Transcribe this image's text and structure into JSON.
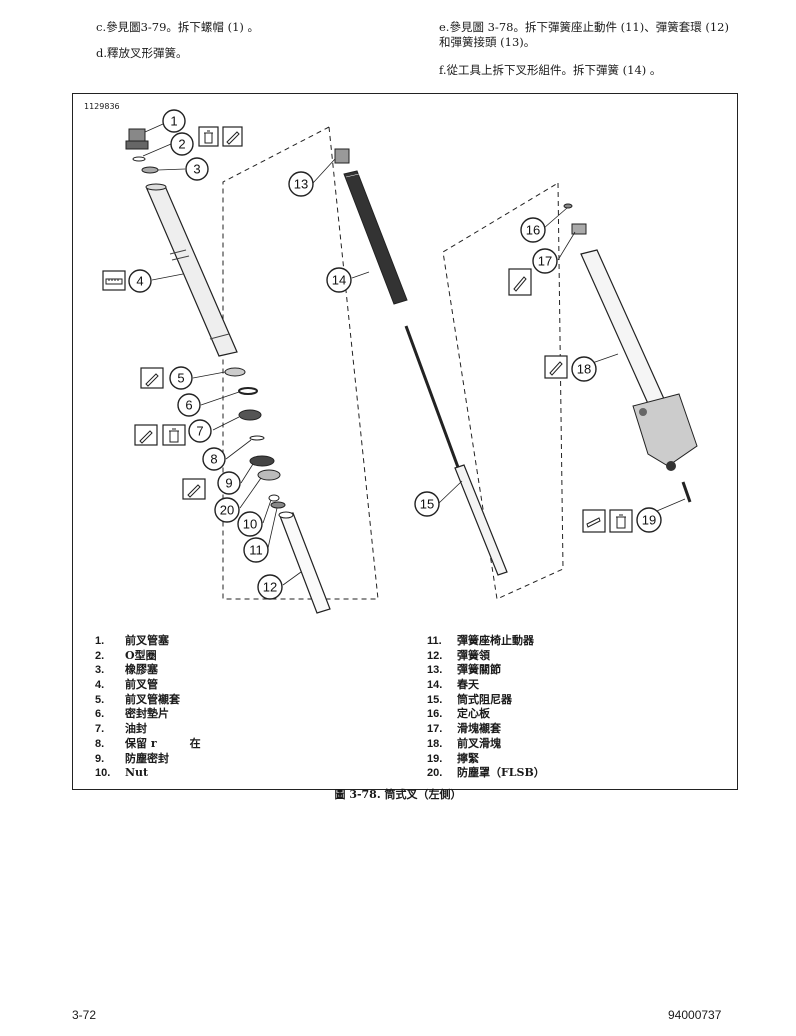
{
  "instructions": {
    "c": "c.參見圖3-79。拆下螺帽 (1) 。",
    "d": "d.釋放叉形彈簧。",
    "e": "e.參見圖 3-78。拆下彈簧座止動件 (11)、彈簧套環 (12) 和彈簧接頭 (13)。",
    "f": "f.從工具上拆下叉形組件。拆下彈簧 (14) 。"
  },
  "figure": {
    "id": "1129836",
    "callouts": [
      "1",
      "2",
      "3",
      "4",
      "5",
      "6",
      "7",
      "8",
      "9",
      "20",
      "10",
      "11",
      "12",
      "13",
      "14",
      "15",
      "16",
      "17",
      "18",
      "19"
    ]
  },
  "legend": {
    "left": [
      {
        "num": "1.",
        "label": "前叉管塞"
      },
      {
        "num": "2.",
        "label": "O型圈"
      },
      {
        "num": "3.",
        "label": "橡膠塞"
      },
      {
        "num": "4.",
        "label": "前叉管"
      },
      {
        "num": "5.",
        "label": "前叉管襯套"
      },
      {
        "num": "6.",
        "label": "密封墊片"
      },
      {
        "num": "7.",
        "label": "油封"
      },
      {
        "num": "8.",
        "label": "保留 r　　　在"
      },
      {
        "num": "9.",
        "label": "防塵密封"
      },
      {
        "num": "10.",
        "label": "Nut"
      }
    ],
    "right": [
      {
        "num": "11.",
        "label": "彈簧座椅止動器"
      },
      {
        "num": "12.",
        "label": "彈簧領"
      },
      {
        "num": "13.",
        "label": "彈簧關節"
      },
      {
        "num": "14.",
        "label": "春天"
      },
      {
        "num": "15.",
        "label": "筒式阻尼器"
      },
      {
        "num": "16.",
        "label": "定心板"
      },
      {
        "num": "17.",
        "label": "滑塊襯套"
      },
      {
        "num": "18.",
        "label": "前叉滑塊"
      },
      {
        "num": "19.",
        "label": "擰緊"
      },
      {
        "num": "20.",
        "label": "防塵罩（FLSB）"
      }
    ]
  },
  "caption": "圖 3-78. 筒式叉（左側）",
  "footer": {
    "page": "3-72",
    "doc_number": "94000737"
  },
  "icons": [
    "tool-icon",
    "trash-icon",
    "measure-icon"
  ]
}
